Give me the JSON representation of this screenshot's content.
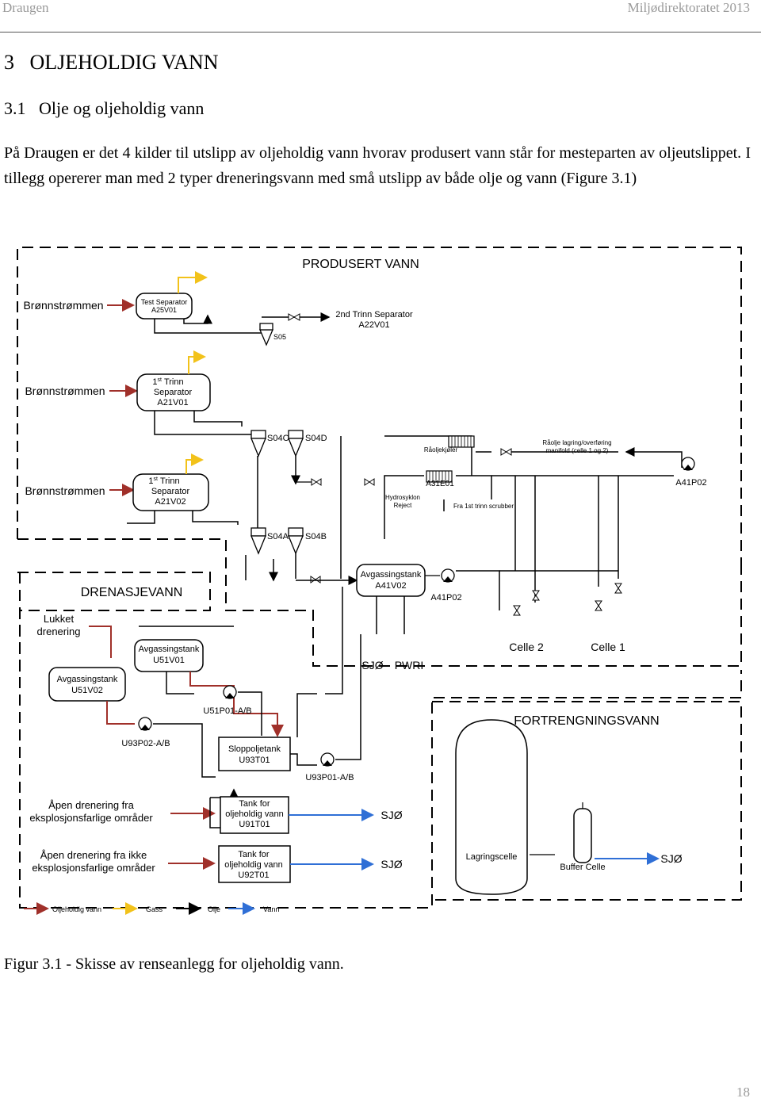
{
  "header": {
    "left": "Draugen",
    "right": "Miljødirektoratet 2013"
  },
  "heading1": "3   OLJEHOLDIG VANN",
  "heading2": "3.1   Olje og oljeholdig vann",
  "paragraph": "På Draugen er det 4 kilder til utslipp av oljeholdig vann hvorav produsert vann står for mesteparten av oljeutslippet. I tillegg opererer man med 2 typer dreneringsvann med små utslipp av både olje og vann (Figure 3.1)",
  "diagram": {
    "produsert_title": "PRODUSERT VANN",
    "brn1": "Brønnstrømmen",
    "brn2": "Brønnstrømmen",
    "brn3": "Brønnstrømmen",
    "test_sep_1": "Test Separator",
    "test_sep_2": "A25V01",
    "sep2_1": "2nd Trinn Separator",
    "sep2_2": "A22V01",
    "s05": "S05",
    "sepA_1": "1",
    "sepA_sup": "st",
    "sepA_1b": "Trinn",
    "sepA_2": "Separator",
    "sepA_3": "A21V01",
    "sepB_1": "1",
    "sepB_sup": "st",
    "sepB_1b": "Trinn",
    "sepB_2": "Separator",
    "sepB_3": "A21V02",
    "s04c": "S04C",
    "s04d": "S04D",
    "s04a": "S04A",
    "s04b": "S04B",
    "raoljekjoler": "Råoljekjøler",
    "manifold_1": "Råolje lagring/overføring",
    "manifold_2": "manifold (celle 1 og 2)",
    "a31e01": "A31E01",
    "a41p02_top": "A41P02",
    "hydro_1": "Hydrosyklon",
    "hydro_2": "Reject",
    "fra_scrubber": "Fra 1st trinn scrubber",
    "drenasje_title": "DRENASJEVANN",
    "avg_a41_1": "Avgassingstank",
    "avg_a41_2": "A41V02",
    "a41p02_mid": "A41P02",
    "lukket_1": "Lukket",
    "lukket_2": "drenering",
    "avg_u51v01_1": "Avgassingstank",
    "avg_u51v01_2": "U51V01",
    "avg_u51v02_1": "Avgassingstank",
    "avg_u51v02_2": "U51V02",
    "sjo1": "SJØ",
    "pwri": "PWRI",
    "celle2": "Celle 2",
    "celle1": "Celle 1",
    "u51p01": "U51P01-A/B",
    "fortreng_title": "FORTRENGNINGSVANN",
    "u93p02": "U93P02-A/B",
    "slop_1": "Sloppoljetank",
    "slop_2": "U93T01",
    "u93p01": "U93P01-A/B",
    "apen1_1": "Åpen drenering fra",
    "apen1_2": "eksplosjonsfarlige områder",
    "tank91_1": "Tank for",
    "tank91_2": "oljeholdig vann",
    "tank91_3": "U91T01",
    "sjo2": "SJØ",
    "apen2_1": "Åpen drenering fra ikke",
    "apen2_2": "eksplosjonsfarlige områder",
    "tank92_1": "Tank for",
    "tank92_2": "oljeholdig vann",
    "tank92_3": "U92T01",
    "sjo3": "SJØ",
    "lagringscelle": "Lagringscelle",
    "buffer": "Buffer Celle",
    "sjo4": "SJØ",
    "legend": [
      {
        "label": "Oljeholdig vann",
        "color": "#a0302a"
      },
      {
        "label": "Gass",
        "color": "#f2c21a"
      },
      {
        "label": "Olje",
        "color": "#000000"
      },
      {
        "label": "Vann",
        "color": "#2f6fd6"
      }
    ]
  },
  "caption": "Figur 3.1 - Skisse av renseanlegg for oljeholdig vann.",
  "page_number": "18"
}
